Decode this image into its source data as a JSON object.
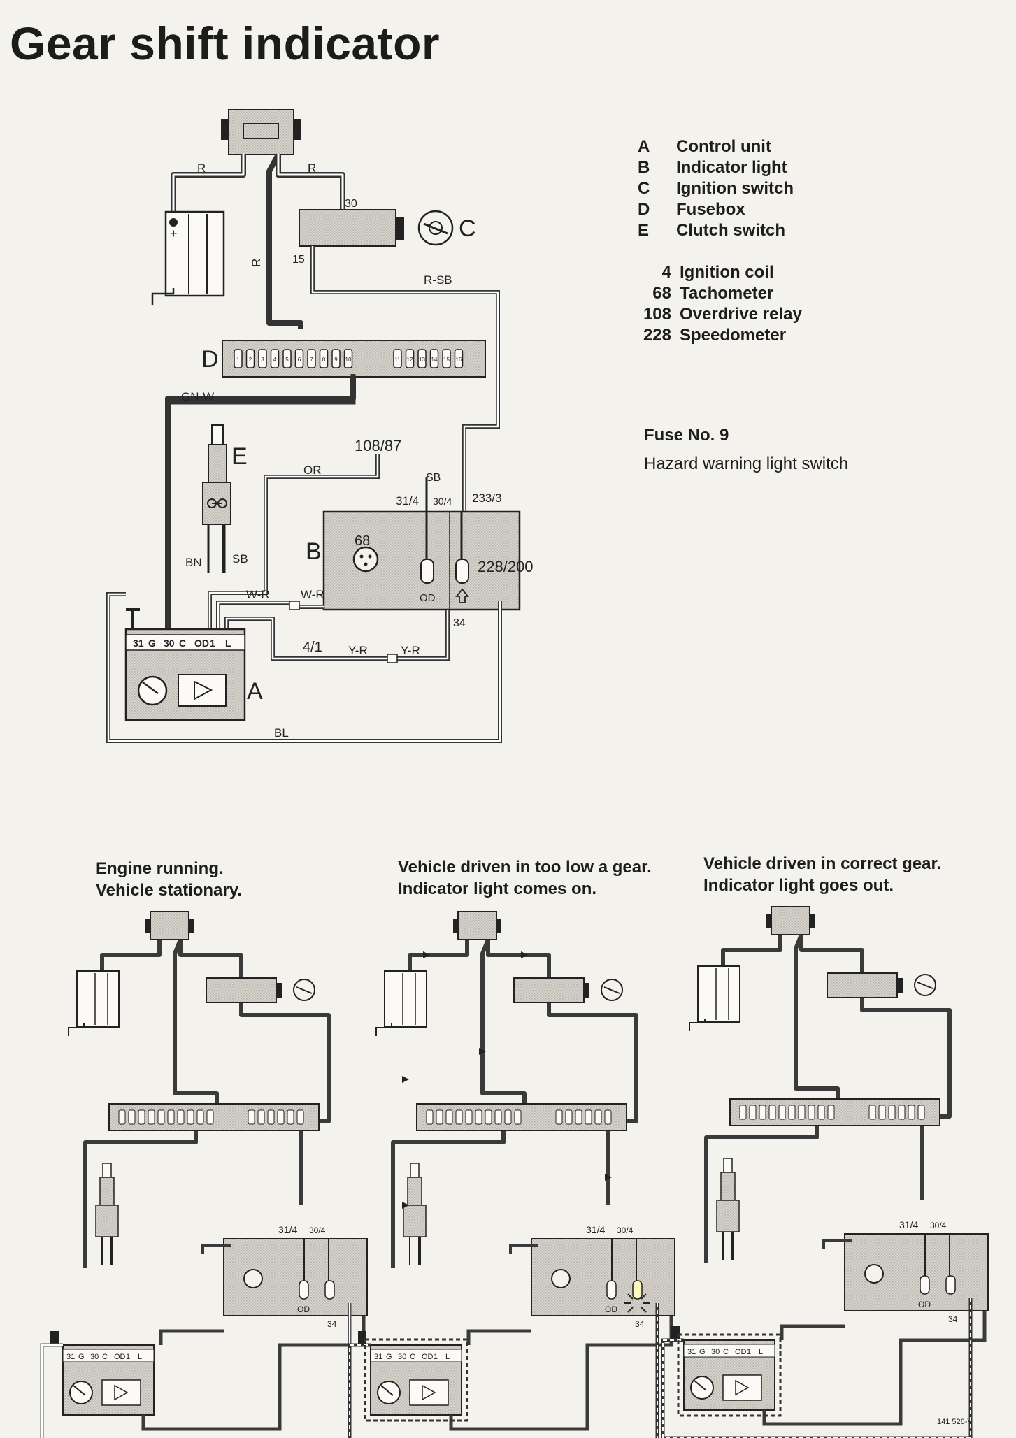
{
  "title": "Gear shift indicator",
  "legend_letters": [
    {
      "key": "A",
      "label": "Control unit"
    },
    {
      "key": "B",
      "label": "Indicator light"
    },
    {
      "key": "C",
      "label": "Ignition switch"
    },
    {
      "key": "D",
      "label": "Fusebox"
    },
    {
      "key": "E",
      "label": "Clutch switch"
    }
  ],
  "legend_numbers": [
    {
      "key": "4",
      "label": "Ignition coil"
    },
    {
      "key": "68",
      "label": "Tachometer"
    },
    {
      "key": "108",
      "label": "Overdrive relay"
    },
    {
      "key": "228",
      "label": "Speedometer"
    }
  ],
  "fuse": {
    "title": "Fuse No. 9",
    "description": "Hazard warning light switch"
  },
  "main_diagram": {
    "component_letters": {
      "a": "A",
      "b": "B",
      "c": "C",
      "d": "D",
      "e": "E"
    },
    "wire_labels": {
      "r_left": "R",
      "r_right": "R",
      "r_vertical": "R",
      "rsb": "R-SB",
      "gnw": "GN-W",
      "or": "OR",
      "sb_top": "SB",
      "bn": "BN",
      "sb_left": "SB",
      "wr1": "W-R",
      "wr2": "W-R",
      "yr1": "Y-R",
      "yr2": "Y-R",
      "bl": "BL"
    },
    "terminal_labels": {
      "t30": "30",
      "t15": "15",
      "t108": "108/87",
      "t31_4": "31/4",
      "t30_4": "30/4",
      "t233": "233/3",
      "t68": "68",
      "t228": "228/200",
      "t34": "34",
      "t4_1": "4/1",
      "od": "OD"
    },
    "control_unit_terminals": [
      "31",
      "G",
      "30",
      "C",
      "OD",
      "1",
      "L"
    ],
    "fuse_numbers": [
      "1",
      "2",
      "3",
      "4",
      "5",
      "6",
      "7",
      "8",
      "9",
      "10",
      "11",
      "12",
      "13",
      "14",
      "15",
      "16"
    ]
  },
  "small_diagrams": [
    {
      "caption": [
        "Engine running.",
        "Vehicle stationary."
      ]
    },
    {
      "caption": [
        "Vehicle driven in too low a gear.",
        "Indicator light comes on."
      ]
    },
    {
      "caption": [
        "Vehicle driven in correct gear.",
        "Indicator light goes out."
      ]
    }
  ],
  "small_labels": {
    "t31_4": "31/4",
    "t30_4": "30/4",
    "od": "OD",
    "t34": "34"
  },
  "drawing_code": "141 526-V"
}
